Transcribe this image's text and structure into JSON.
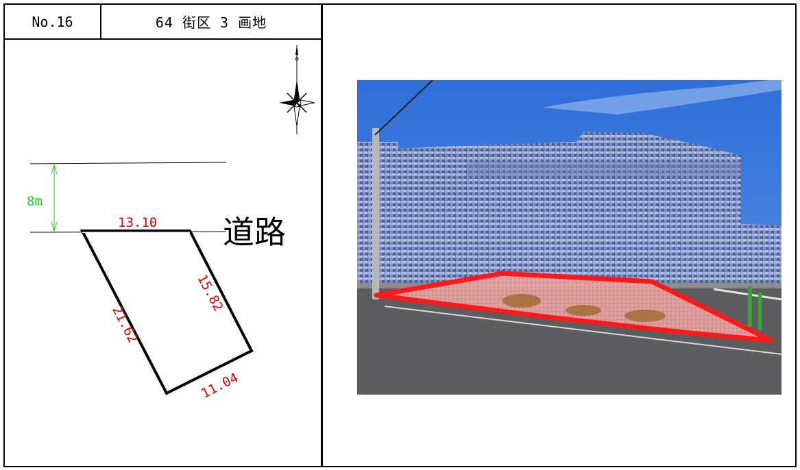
{
  "header": {
    "number": "No.16",
    "title": "64 街区 3 画地"
  },
  "map": {
    "road_label": "道路",
    "road_width": "8m",
    "dimensions": {
      "front": "13.10",
      "right": "15.82",
      "left": "21.62",
      "back": "11.04"
    }
  },
  "photo": {
    "highlight_color": "#ff1a1a"
  }
}
